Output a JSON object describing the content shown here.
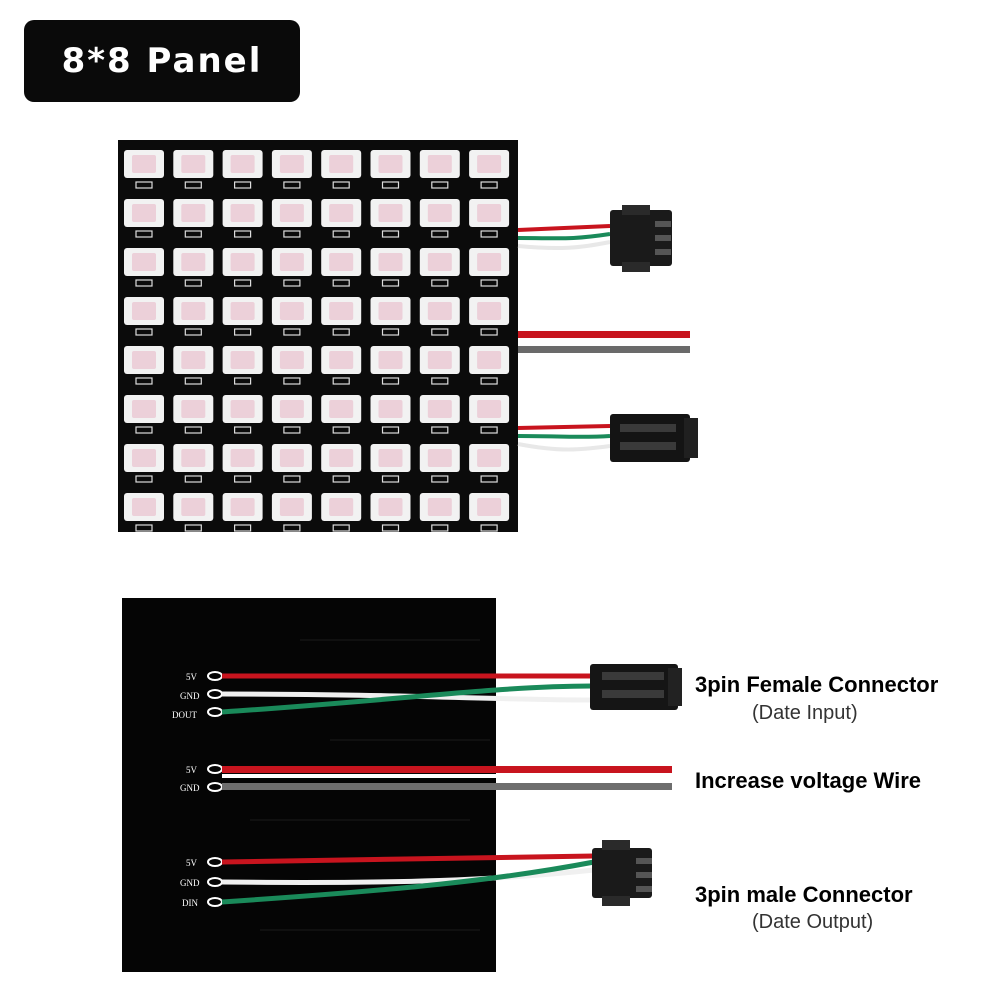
{
  "title": "8*8 Panel",
  "front_panel": {
    "rows": 8,
    "cols": 8,
    "board_color": "#0b0b0b",
    "led_color": "#f2f2f2",
    "led_tint": "#e8b4c4"
  },
  "back_panel": {
    "board_color": "#050505",
    "groups": [
      {
        "pins": [
          "5V",
          "GND",
          "DOUT"
        ],
        "connector": "female",
        "label": "3pin Female Connector",
        "sublabel": "(Date Input)"
      },
      {
        "pins": [
          "5V",
          "GND"
        ],
        "connector": "none",
        "label": "Increase voltage Wire",
        "sublabel": ""
      },
      {
        "pins": [
          "5V",
          "GND",
          "DIN"
        ],
        "connector": "male",
        "label": "3pin male Connector",
        "sublabel": "(Date Output)"
      }
    ]
  },
  "wire_colors": {
    "red": "#c8141e",
    "white": "#f4f4f4",
    "green": "#1a8a5a",
    "gray": "#7a7a7a"
  }
}
